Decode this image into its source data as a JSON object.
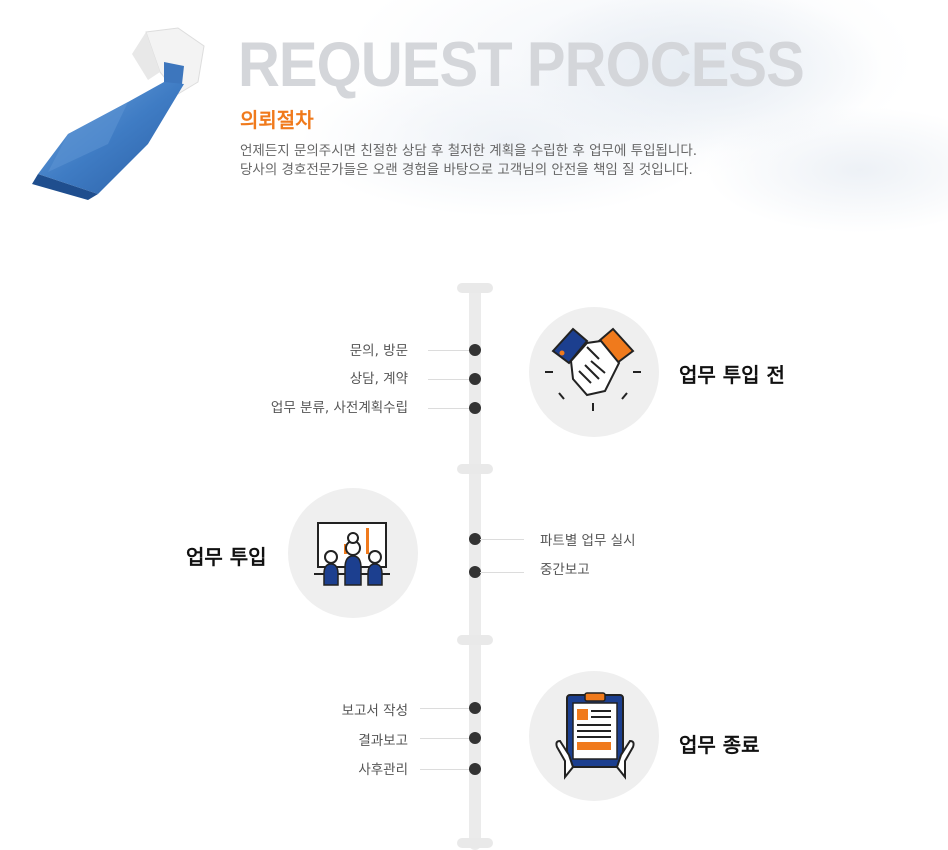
{
  "hero": {
    "title": "REQUEST PROCESS",
    "subtitle": "의뢰절차",
    "desc_line1": "언제든지 문의주시면 친절한 상담 후 철저한 계획을 수립한 후 업무에 투입됩니다.",
    "desc_line2": "당사의 경호전문가들은 오랜 경험을 바탕으로 고객님의 안전을 책임 질 것입니다."
  },
  "stages": [
    {
      "title": "업무 투입 전",
      "icon": "handshake-icon",
      "items": [
        "문의, 방문",
        "상담, 계약",
        "업무 분류, 사전계획수립"
      ]
    },
    {
      "title": "업무 투입",
      "icon": "presentation-icon",
      "items": [
        "파트별 업무 실시",
        "중간보고"
      ]
    },
    {
      "title": "업무 종료",
      "icon": "clipboard-report-icon",
      "items": [
        "보고서 작성",
        "결과보고",
        "사후관리"
      ]
    }
  ],
  "colors": {
    "accent": "#f07a1c",
    "navy": "#1c3f8f",
    "dot": "#333333",
    "title_gray": "#d4d6da"
  }
}
